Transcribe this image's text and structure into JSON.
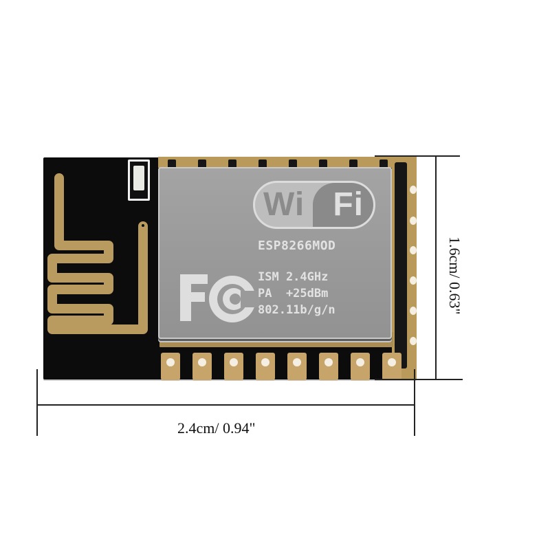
{
  "product": {
    "name": "ESP8266 Wi-Fi module",
    "shield": {
      "logo_left": "Wi",
      "logo_right": "Fi",
      "model": "ESP8266MOD",
      "fcc_logo": "FC",
      "specs": [
        "ISM 2.4GHz",
        "PA  +25dBm",
        "802.11b/g/n"
      ]
    },
    "antenna": "pcb-meander-antenna",
    "indicator": "led-icon"
  },
  "dimensions": {
    "width_label": "2.4cm/ 0.94\"",
    "height_label": "1.6cm/ 0.63\""
  },
  "colors": {
    "background": "#ffffff",
    "pcb": "#0c0c0d",
    "gold": "#c7a56a",
    "shield": "#9c9c9c",
    "print": "#e2e2e2",
    "dimension_line": "#222222"
  }
}
